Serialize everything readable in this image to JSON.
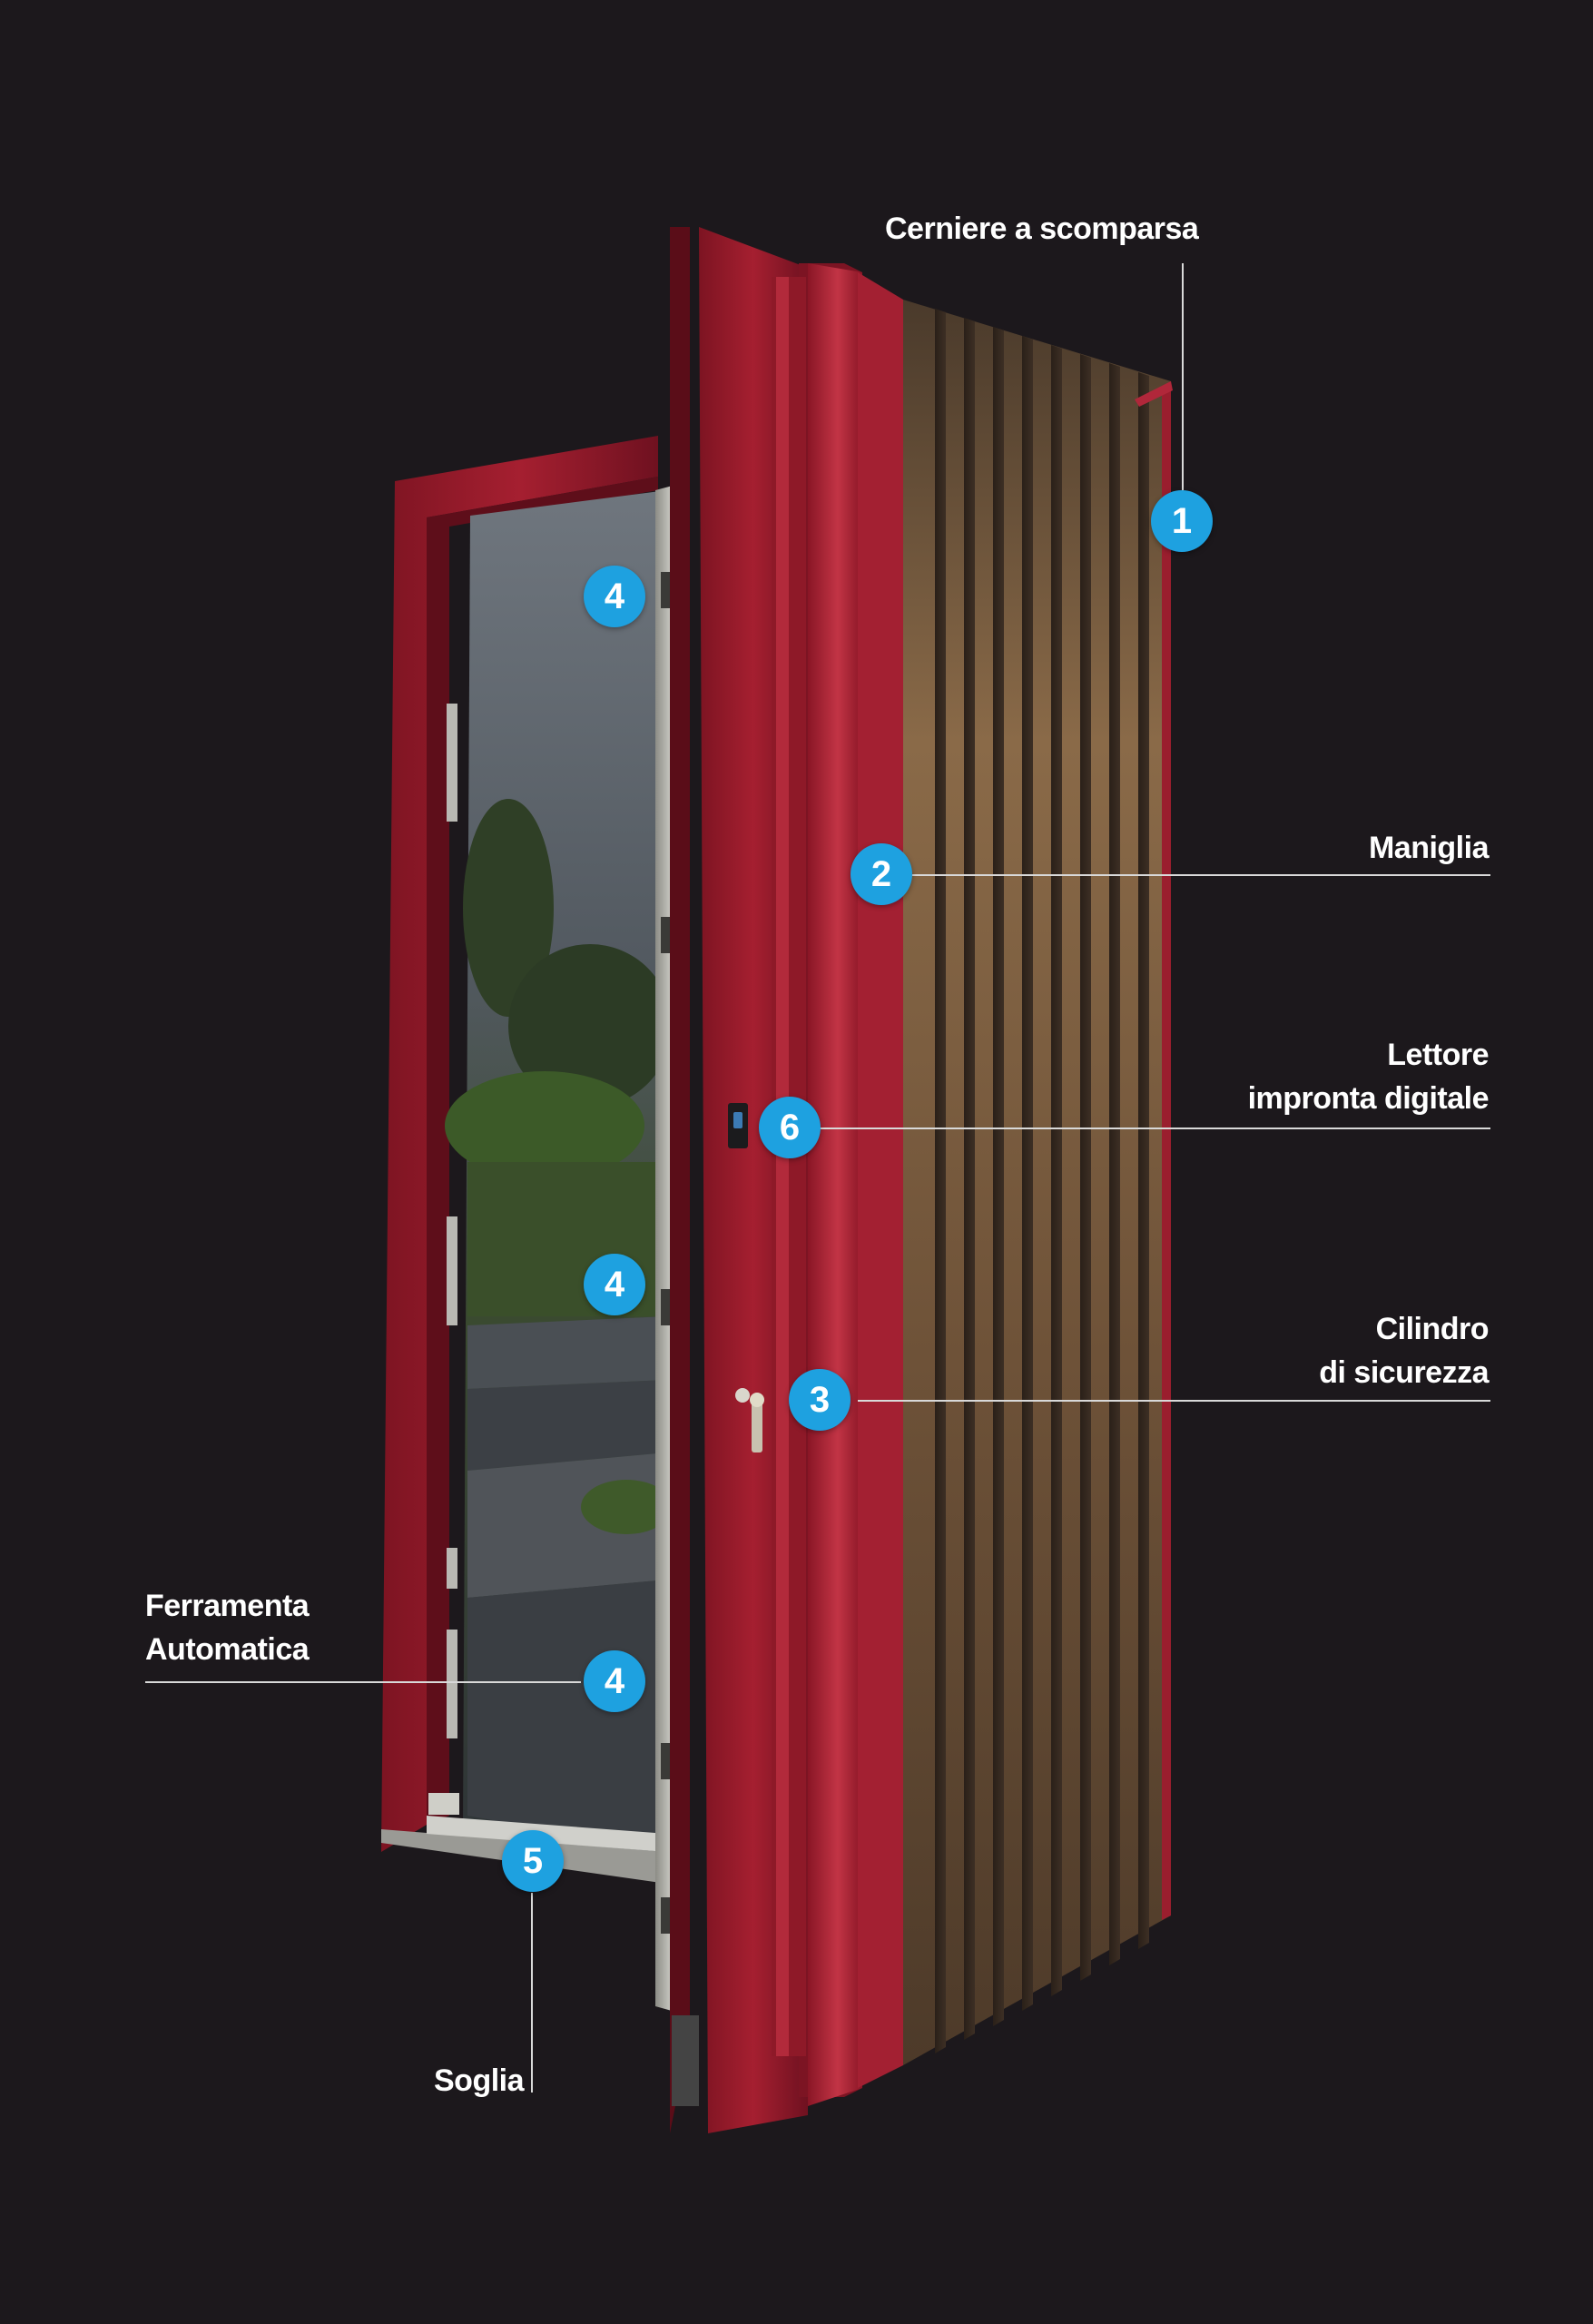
{
  "colors": {
    "background": "#1c181c",
    "door_red": "#9e1b2b",
    "marker_blue": "#1ea1e0",
    "wood": "#7a5a3c",
    "leader_line": "#d9d9d9"
  },
  "callouts": {
    "hinges": {
      "number": "1",
      "label": [
        "Cerniere a scomparsa"
      ]
    },
    "handle": {
      "number": "2",
      "label": [
        "Maniglia"
      ]
    },
    "cylinder": {
      "number": "3",
      "label": [
        "Cilindro",
        "di sicurezza"
      ]
    },
    "hardware": {
      "number": "4",
      "label": [
        "Ferramenta",
        "Automatica"
      ]
    },
    "threshold": {
      "number": "5",
      "label": [
        "Soglia"
      ]
    },
    "fingerprint": {
      "number": "6",
      "label": [
        "Lettore",
        "impronta digitale"
      ]
    }
  },
  "markers": [
    {
      "id": "hinges",
      "number": "1"
    },
    {
      "id": "handle",
      "number": "2"
    },
    {
      "id": "cylinder",
      "number": "3"
    },
    {
      "id": "hardware-top",
      "number": "4"
    },
    {
      "id": "hardware-middle",
      "number": "4"
    },
    {
      "id": "hardware-bottom",
      "number": "4"
    },
    {
      "id": "threshold",
      "number": "5"
    },
    {
      "id": "fingerprint",
      "number": "6"
    }
  ]
}
